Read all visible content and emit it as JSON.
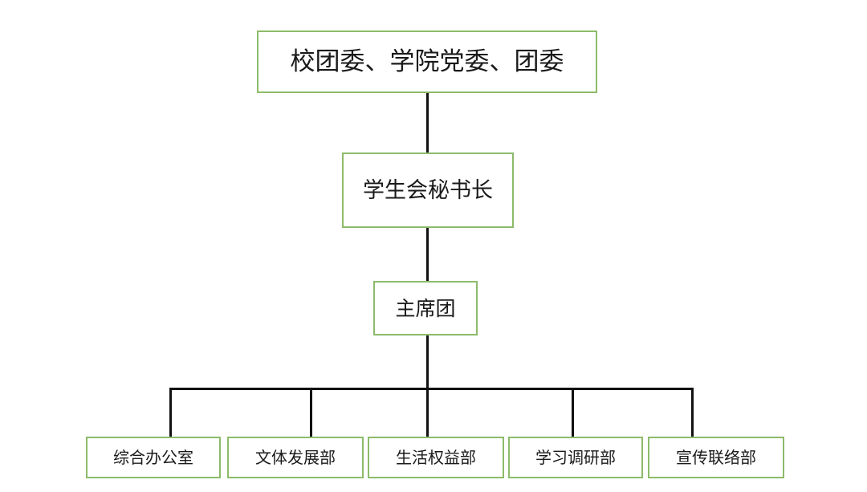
{
  "diagram": {
    "top_node": "校团委、学院党委、团委",
    "secretary_node": "学生会秘书长",
    "presidium_node": "主席团",
    "departments": [
      "综合办公室",
      "文体发展部",
      "生活权益部",
      "学习调研部",
      "宣传联络部"
    ]
  }
}
